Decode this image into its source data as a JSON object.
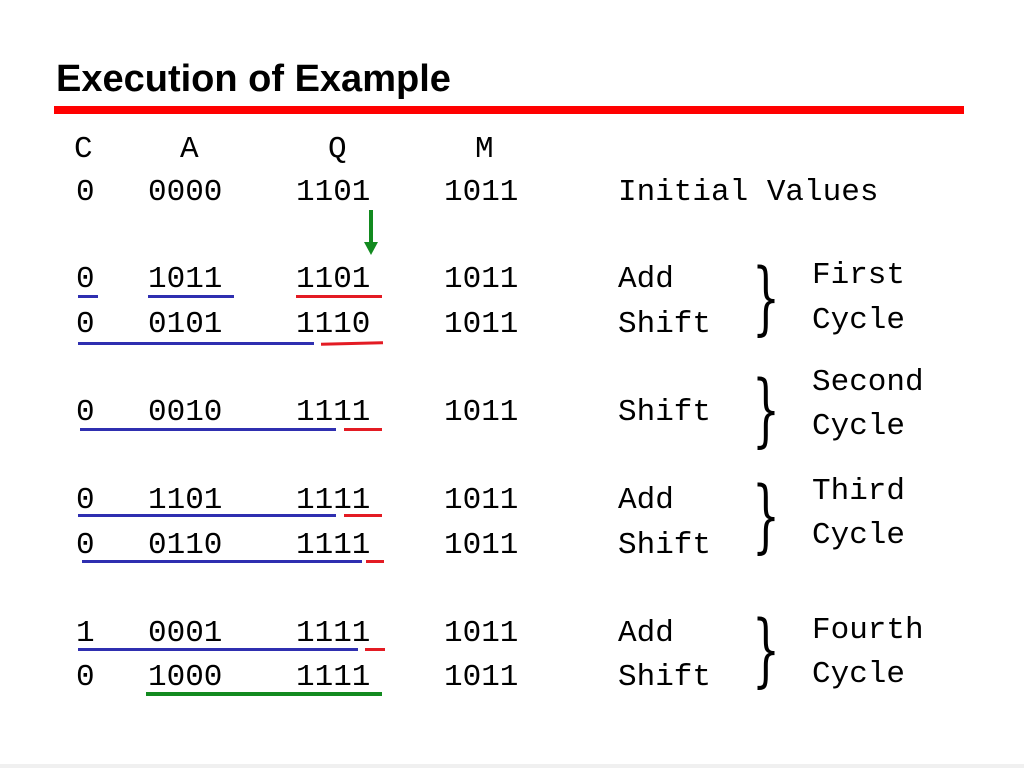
{
  "title": "Execution of Example",
  "headers": {
    "c": "C",
    "a": "A",
    "q": "Q",
    "m": "M"
  },
  "rows": [
    {
      "c": "0",
      "a": "0000",
      "q": "1101",
      "m": "1011",
      "op": "Initial Values"
    },
    {
      "c": "0",
      "a": "1011",
      "q": "1101",
      "m": "1011",
      "op": "Add"
    },
    {
      "c": "0",
      "a": "0101",
      "q": "1110",
      "m": "1011",
      "op": "Shift"
    },
    {
      "c": "0",
      "a": "0010",
      "q": "1111",
      "m": "1011",
      "op": "Shift"
    },
    {
      "c": "0",
      "a": "1101",
      "q": "1111",
      "m": "1011",
      "op": "Add"
    },
    {
      "c": "0",
      "a": "0110",
      "q": "1111",
      "m": "1011",
      "op": "Shift"
    },
    {
      "c": "1",
      "a": "0001",
      "q": "1111",
      "m": "1011",
      "op": "Add"
    },
    {
      "c": "0",
      "a": "1000",
      "q": "1111",
      "m": "1011",
      "op": "Shift"
    }
  ],
  "cycles": [
    {
      "line1": "First",
      "line2": "Cycle"
    },
    {
      "line1": "Second",
      "line2": "Cycle"
    },
    {
      "line1": "Third",
      "line2": "Cycle"
    },
    {
      "line1": "Fourth",
      "line2": "Cycle"
    }
  ],
  "colors": {
    "title_rule": "#ff0000",
    "blue_underline": "#2f2fb0",
    "red_underline": "#e31b23",
    "green": "#128a1f"
  }
}
